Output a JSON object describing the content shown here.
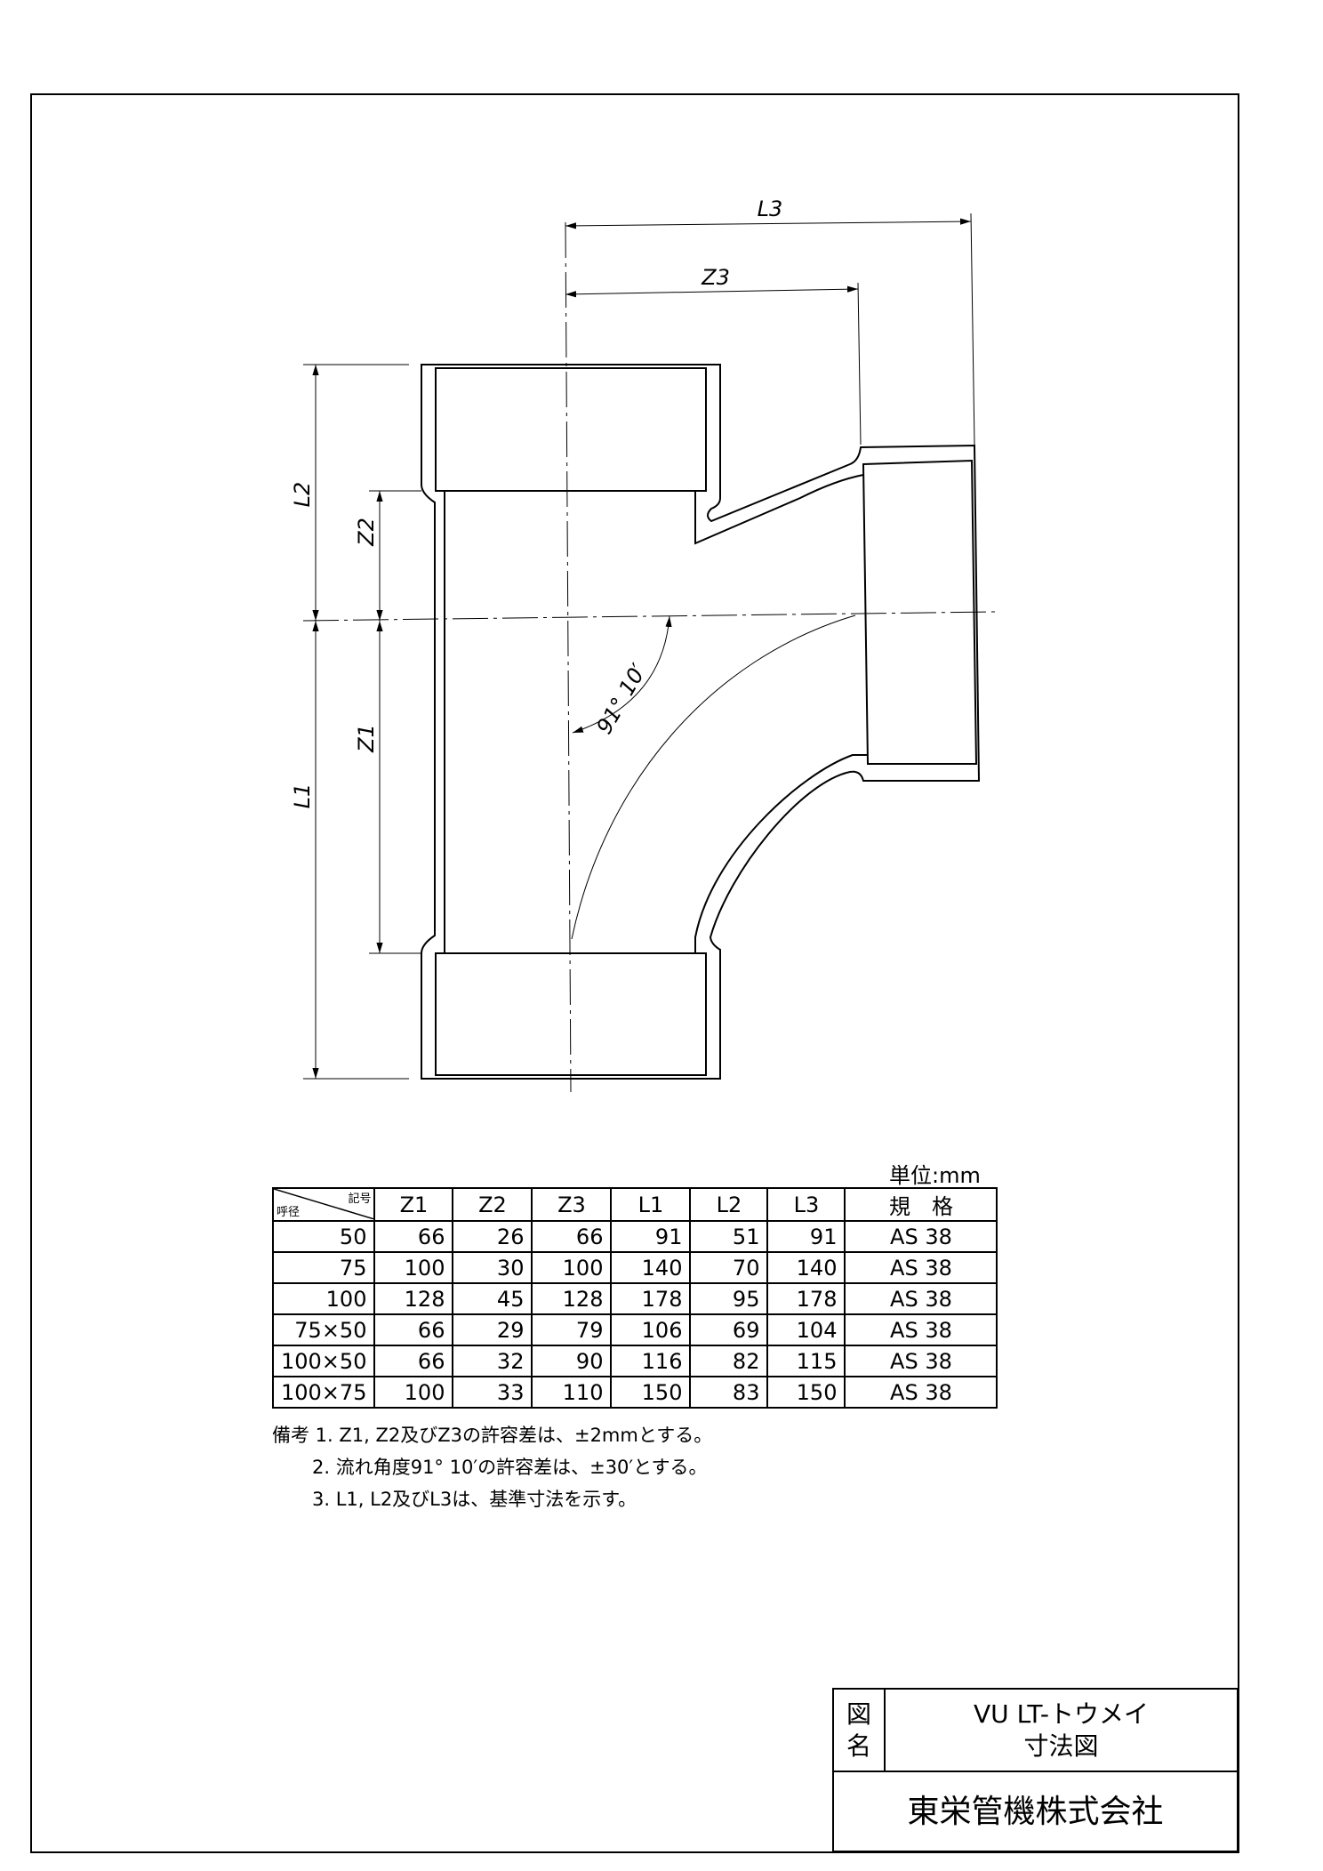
{
  "drawing": {
    "dims": {
      "L1": "L1",
      "L2": "L2",
      "L3": "L3",
      "Z1": "Z1",
      "Z2": "Z2",
      "Z3": "Z3"
    },
    "angle": "91° 10′"
  },
  "table": {
    "unit": "単位:mm",
    "corner_top": "記号",
    "corner_bottom": "呼径",
    "headers": [
      "Z1",
      "Z2",
      "Z3",
      "L1",
      "L2",
      "L3",
      "規　格"
    ],
    "rows": [
      [
        "50",
        "66",
        "26",
        "66",
        "91",
        "51",
        "91",
        "AS 38"
      ],
      [
        "75",
        "100",
        "30",
        "100",
        "140",
        "70",
        "140",
        "AS 38"
      ],
      [
        "100",
        "128",
        "45",
        "128",
        "178",
        "95",
        "178",
        "AS 38"
      ],
      [
        "75×50",
        "66",
        "29",
        "79",
        "106",
        "69",
        "104",
        "AS 38"
      ],
      [
        "100×50",
        "66",
        "32",
        "90",
        "116",
        "82",
        "115",
        "AS 38"
      ],
      [
        "100×75",
        "100",
        "33",
        "110",
        "150",
        "83",
        "150",
        "AS 38"
      ]
    ]
  },
  "notes": [
    "備考 1. Z1, Z2及びZ3の許容差は、±2mmとする。",
    "2. 流れ角度91° 10′の許容差は、±30′とする。",
    "3. L1, L2及びL3は、基準寸法を示す。"
  ],
  "title_block": {
    "label": "図名",
    "label_1": "図",
    "label_2": "名",
    "name_line1": "VU LT-トウメイ",
    "name_line2": "寸法図",
    "company": "東栄管機株式会社"
  }
}
